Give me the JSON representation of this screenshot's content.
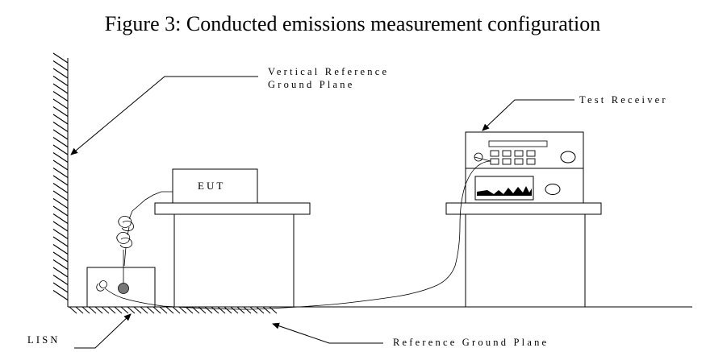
{
  "figure": {
    "title": "Figure 3: Conducted emissions measurement configuration"
  },
  "labels": {
    "vertical_plane_line1": "Vertical Reference",
    "vertical_plane_line2": "Ground Plane",
    "test_receiver": "Test Receiver",
    "eut": "EUT",
    "lisn": "LISN",
    "reference_ground_plane": "Reference Ground Plane"
  }
}
